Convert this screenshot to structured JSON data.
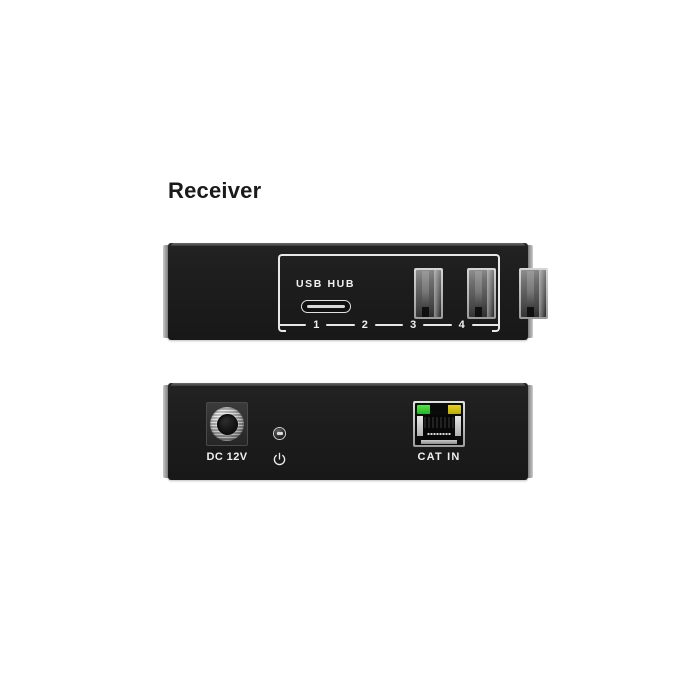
{
  "product": {
    "title": "Receiver"
  },
  "front_panel": {
    "group_label": "USB HUB",
    "ports": [
      {
        "number": "1",
        "type": "usb-c"
      },
      {
        "number": "2",
        "type": "usb-a"
      },
      {
        "number": "3",
        "type": "usb-a"
      },
      {
        "number": "4",
        "type": "usb-a"
      }
    ]
  },
  "rear_panel": {
    "power_label": "DC 12V",
    "power_icon": "power-symbol-icon",
    "led_icon": "status-led-icon",
    "network_label": "CAT  IN",
    "network_leds": [
      {
        "name": "link-led",
        "color": "#3ec82f"
      },
      {
        "name": "activity-led",
        "color": "#d4c40d"
      }
    ]
  },
  "colors": {
    "background": "#ffffff",
    "chassis": "#1d1d1d",
    "chassis_edge": "#b4b4b4",
    "silkscreen": "#f0f0f0",
    "title_text": "#1a1a1a",
    "led_green": "#3ec82f",
    "led_amber": "#d4c40d"
  }
}
